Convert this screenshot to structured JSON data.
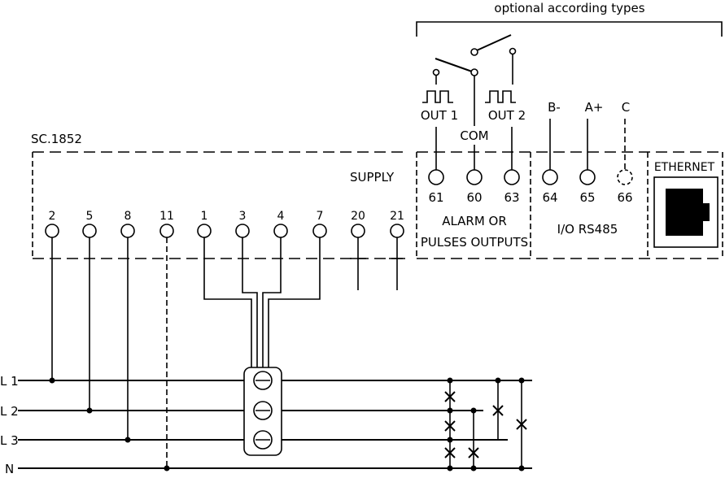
{
  "header_note": "optional according types",
  "device_label": "SC.1852",
  "supply_label": "SUPPLY",
  "terminals_main": [
    "2",
    "5",
    "8",
    "11",
    "1",
    "3",
    "4",
    "7",
    "20",
    "21"
  ],
  "relay": {
    "out1": "OUT 1",
    "com": "COM",
    "out2": "OUT 2",
    "terminals": [
      "61",
      "60",
      "63"
    ],
    "caption_line1": "ALARM OR",
    "caption_line2": "PULSES OUTPUTS"
  },
  "rs485": {
    "b_label": "B-",
    "a_label": "A+",
    "c_label": "C",
    "terminals": [
      "64",
      "65",
      "66"
    ],
    "caption": "I/O RS485"
  },
  "ethernet_label": "ETHERNET",
  "lines": [
    "L 1",
    "L 2",
    "L 3",
    "N"
  ]
}
